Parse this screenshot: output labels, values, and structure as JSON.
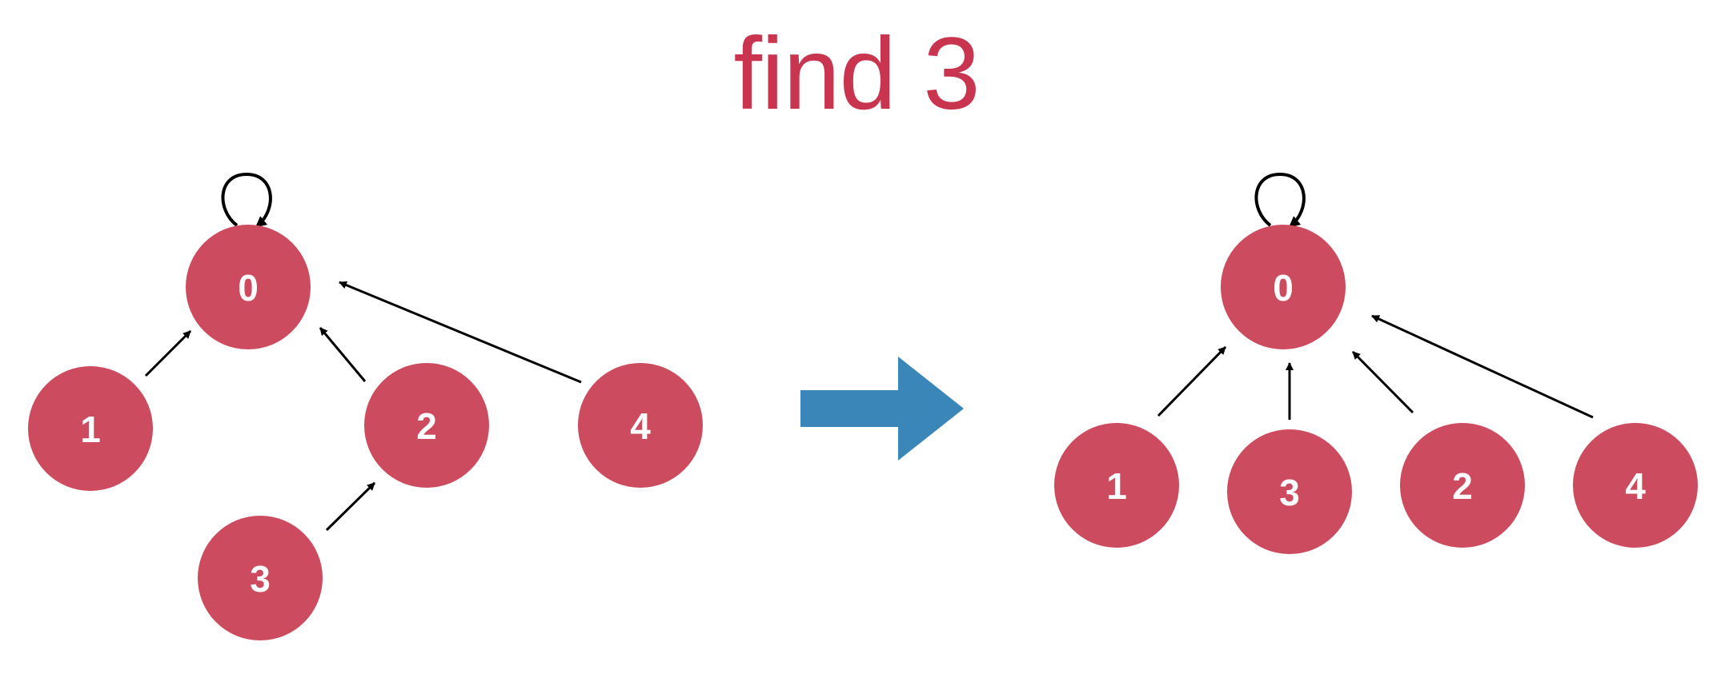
{
  "title": "find 3",
  "colors": {
    "node_fill": "#cc4b5f",
    "node_text": "#ffffff",
    "edge": "#000000",
    "title": "#c9344f",
    "transform_arrow": "#3a86b9",
    "background": "#ffffff"
  },
  "before": {
    "nodes": [
      "0",
      "1",
      "2",
      "3",
      "4"
    ],
    "edges": [
      {
        "from": "0",
        "to": "0"
      },
      {
        "from": "1",
        "to": "0"
      },
      {
        "from": "2",
        "to": "0"
      },
      {
        "from": "4",
        "to": "0"
      },
      {
        "from": "3",
        "to": "2"
      }
    ]
  },
  "after": {
    "nodes": [
      "0",
      "1",
      "3",
      "2",
      "4"
    ],
    "edges": [
      {
        "from": "0",
        "to": "0"
      },
      {
        "from": "1",
        "to": "0"
      },
      {
        "from": "3",
        "to": "0"
      },
      {
        "from": "2",
        "to": "0"
      },
      {
        "from": "4",
        "to": "0"
      }
    ]
  },
  "transform_arrow_icon": "right-arrow-icon"
}
